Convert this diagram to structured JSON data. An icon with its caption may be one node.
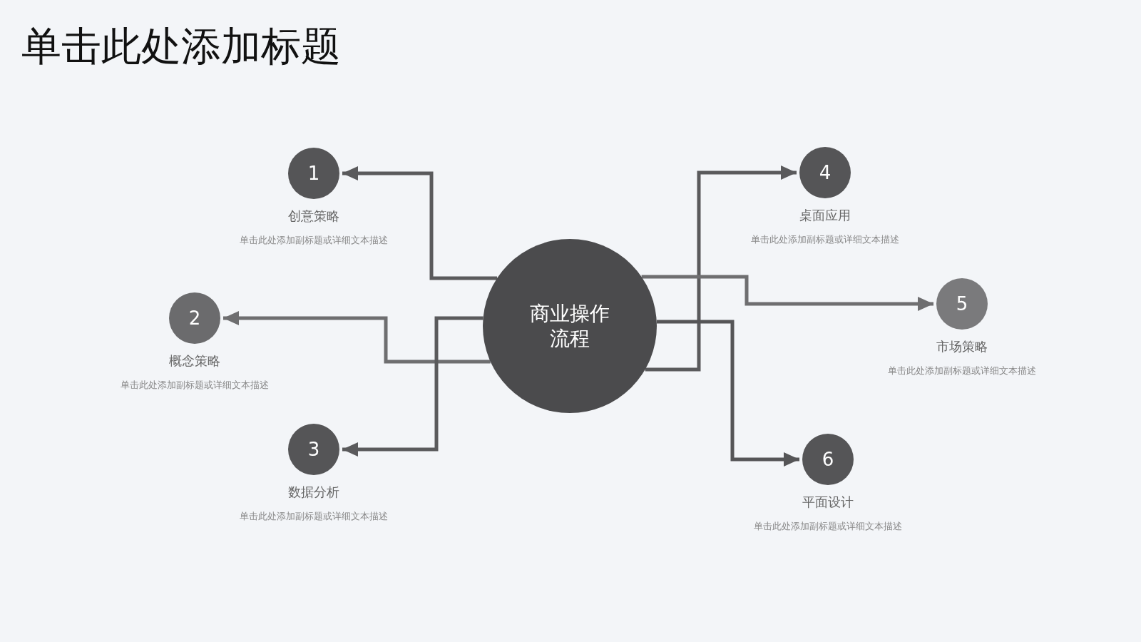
{
  "diagram": {
    "title": "单击此处添加标题",
    "nodes": [
      {
        "text": [
          "商业操作流程"
        ]
      },
      {
        "text": [
          "1"
        ],
        "beside": [
          "创意策略",
          "单击此处添加副标题或详细文本描述"
        ]
      },
      {
        "text": [
          "2"
        ],
        "beside": [
          "概念策略",
          "单击此处添加副标题或详细文本描述"
        ]
      },
      {
        "text": [
          "3"
        ],
        "beside": [
          "数据分析",
          "单击此处添加副标题或详细文本描述"
        ]
      },
      {
        "text": [
          "4"
        ],
        "beside": [
          "桌面应用",
          "单击此处添加副标题或详细文本描述"
        ]
      },
      {
        "text": [
          "5"
        ],
        "beside": [
          "市场策略",
          "单击此处添加副标题或详细文本描述"
        ]
      },
      {
        "text": [
          "6"
        ],
        "beside": [
          "平面设计",
          "单击此处添加副标题或详细文本描述"
        ]
      }
    ],
    "edges": [
      {
        "from": 0,
        "to": 1,
        "arrow": "to"
      },
      {
        "from": 0,
        "to": 2,
        "arrow": "to"
      },
      {
        "from": 0,
        "to": 3,
        "arrow": "to"
      },
      {
        "from": 0,
        "to": 4,
        "arrow": "to"
      },
      {
        "from": 0,
        "to": 5,
        "arrow": "to"
      },
      {
        "from": 0,
        "to": 6,
        "arrow": "to"
      }
    ]
  }
}
